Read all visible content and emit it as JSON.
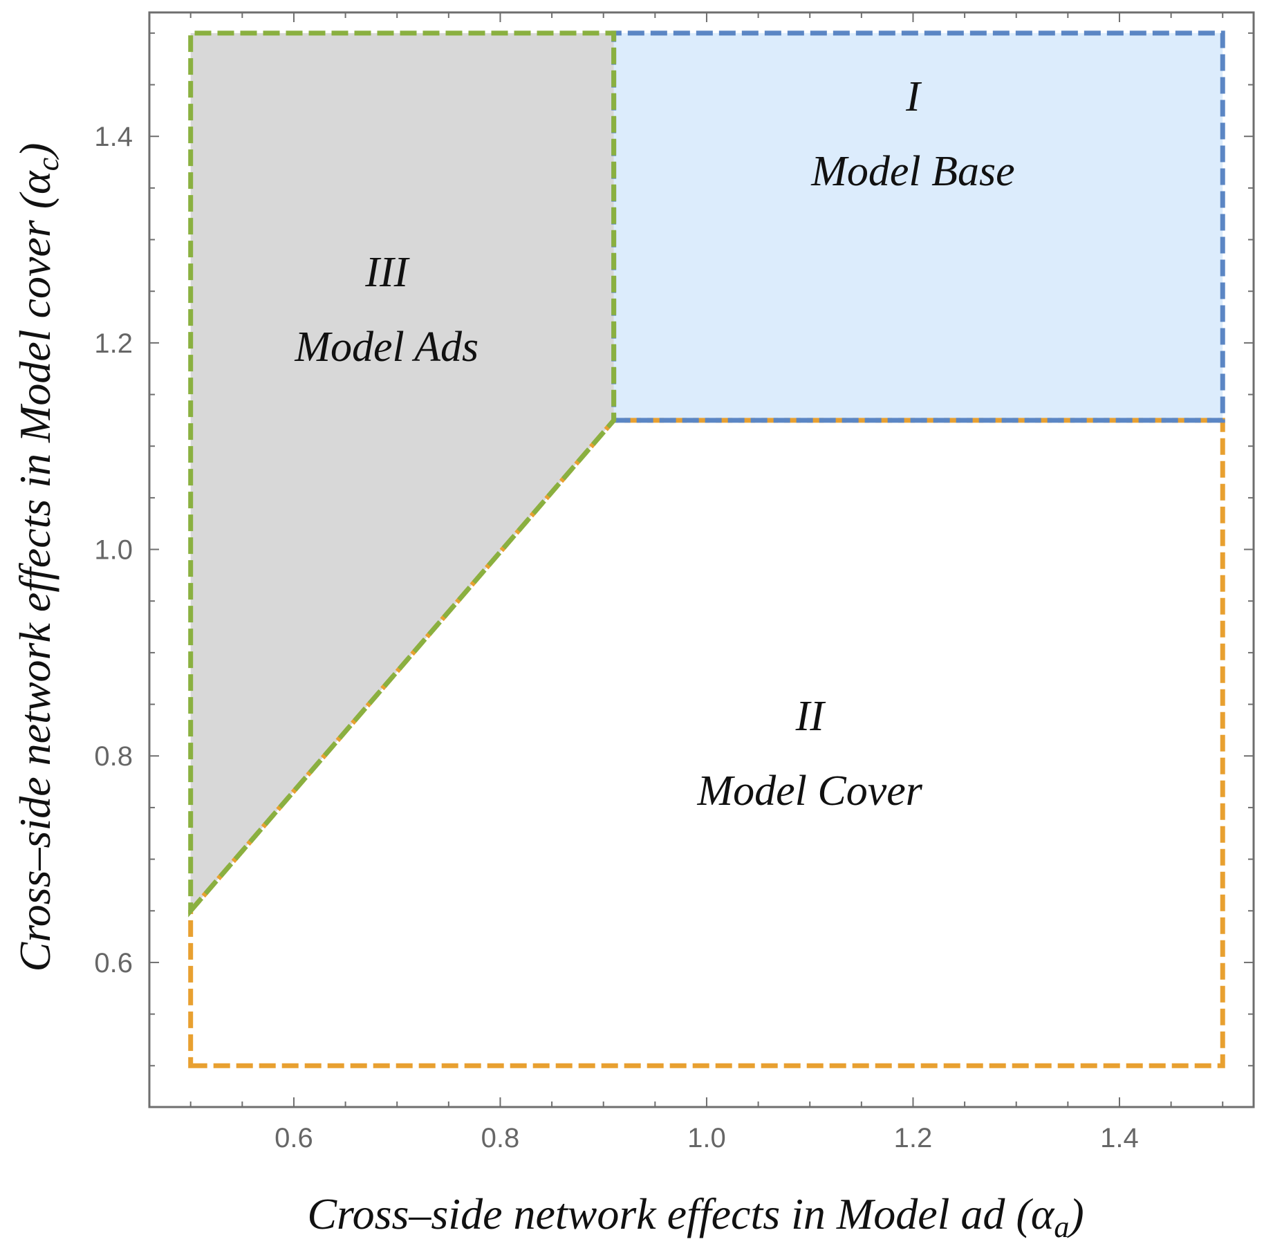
{
  "chart_data": {
    "type": "region",
    "xlabel": {
      "main": "Cross–side network effects in Model ad (",
      "symbol": "α",
      "subscript": "a",
      "close": ")"
    },
    "ylabel": {
      "main": "Cross–side network effects in Model cover (",
      "symbol": "α",
      "subscript": "c",
      "close": ")"
    },
    "xlim": [
      0.46,
      1.53
    ],
    "ylim": [
      0.46,
      1.52
    ],
    "x_ticks": [
      "0.6",
      "0.8",
      "1.0",
      "1.2",
      "1.4"
    ],
    "y_ticks": [
      "0.6",
      "0.8",
      "1.0",
      "1.2",
      "1.4"
    ],
    "x_tick_values": [
      0.6,
      0.8,
      1.0,
      1.2,
      1.4
    ],
    "y_tick_values": [
      0.6,
      0.8,
      1.0,
      1.2,
      1.4
    ],
    "regions": [
      {
        "numeral": "I",
        "name": "Model Base",
        "fill": "#dcecfc",
        "border": "#5b86c4",
        "polygon": [
          [
            0.91,
            1.125
          ],
          [
            1.5,
            1.125
          ],
          [
            1.5,
            1.5
          ],
          [
            0.91,
            1.5
          ]
        ],
        "label_at": [
          1.2,
          1.39
        ]
      },
      {
        "numeral": "II",
        "name": "Model Cover",
        "fill": "#ffffff",
        "border": "#e8a030",
        "polygon": [
          [
            0.5,
            0.5
          ],
          [
            1.5,
            0.5
          ],
          [
            1.5,
            1.125
          ],
          [
            0.91,
            1.125
          ],
          [
            0.5,
            0.65
          ]
        ],
        "label_at": [
          1.1,
          0.79
        ]
      },
      {
        "numeral": "III",
        "name": "Model Ads",
        "fill": "#d8d8d8",
        "border": "#8ab040",
        "polygon": [
          [
            0.5,
            0.65
          ],
          [
            0.91,
            1.125
          ],
          [
            0.91,
            1.5
          ],
          [
            0.5,
            1.5
          ]
        ],
        "label_at": [
          0.69,
          1.22
        ]
      }
    ]
  }
}
